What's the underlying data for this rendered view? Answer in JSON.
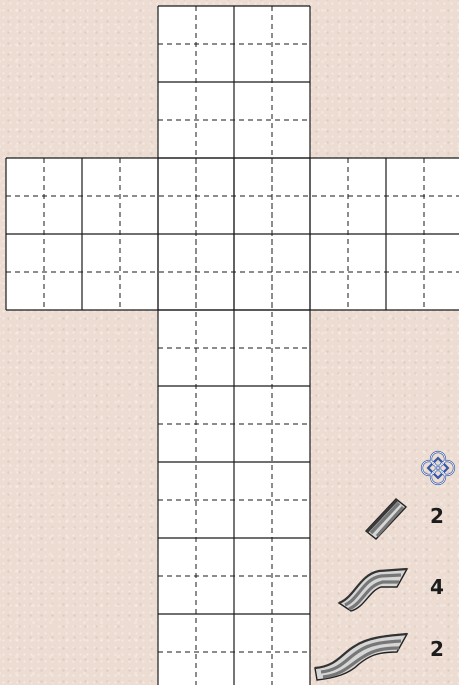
{
  "board": {
    "colors": {
      "line": "#1a1a1a",
      "fill": "#ffffff"
    }
  },
  "tray": {
    "knot_icon": {
      "icon": "celtic-knot-icon",
      "color": "#3558a6"
    },
    "pieces": [
      {
        "icon": "straight-diagonal-tile-icon",
        "count": "2"
      },
      {
        "icon": "s-bend-tile-icon",
        "count": "4"
      },
      {
        "icon": "long-s-bend-tile-icon",
        "count": "2"
      }
    ],
    "colors": {
      "tile_stripe": "#7a7a7a",
      "tile_light": "#d4d4d4",
      "tile_outline": "#222222"
    }
  }
}
